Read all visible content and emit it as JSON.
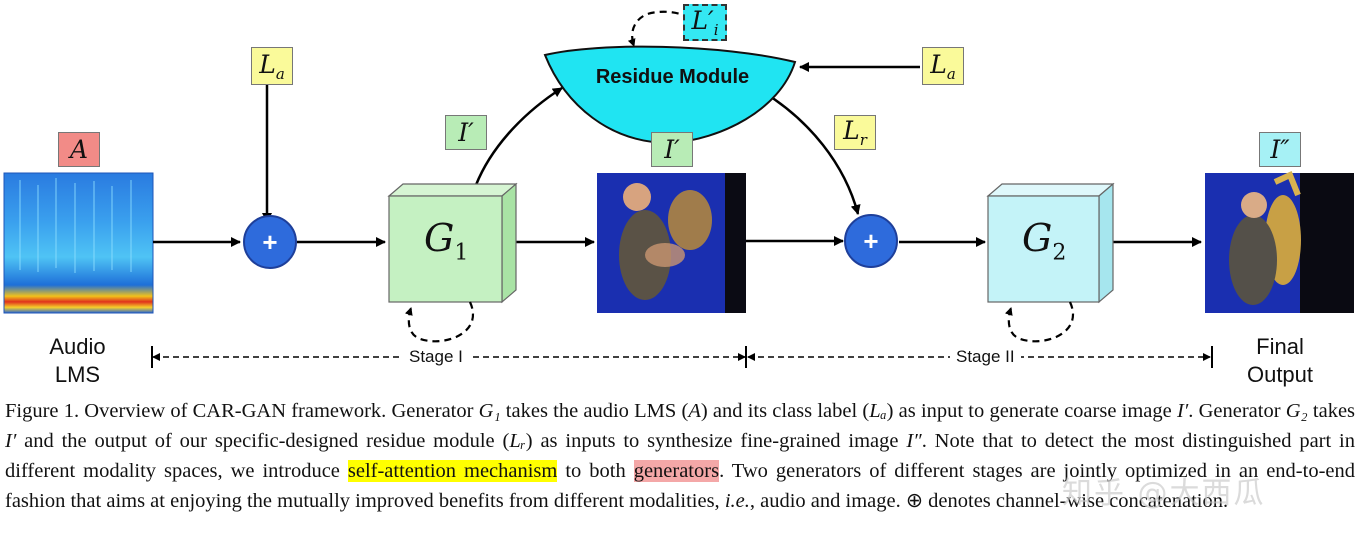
{
  "labels": {
    "audio_input": "A",
    "label_a_left": "L_a",
    "label_a_right": "L_a",
    "i_prime_arrow": "I′",
    "i_prime_image": "I′",
    "l_i_prime": "L′_i",
    "l_r": "L_r",
    "i_double_prime": "I″"
  },
  "residue_module": "Residue Module",
  "generators": {
    "g1": "G",
    "g1_sub": "1",
    "g2": "G",
    "g2_sub": "2"
  },
  "plus_symbol": "+",
  "audio_caption": {
    "line1": "Audio",
    "line2": "LMS"
  },
  "final_caption": {
    "line1": "Final",
    "line2": "Output"
  },
  "stages": {
    "stage1": "Stage I",
    "stage2": "Stage II"
  },
  "caption": {
    "p1": "Figure 1. Overview of CAR-GAN framework. Generator ",
    "p2": " takes the audio LMS (",
    "p3": ") and its class label (",
    "p4": ") as input to generate coarse image ",
    "p5": ". Generator ",
    "p6": " takes ",
    "p7": " and the output of our specific-designed residue module (",
    "p8": ") as inputs to synthesize fine-grained image ",
    "p9": ". Note that to detect the most distinguished part in different modality spaces, we introduce ",
    "highlight1": "self-attention mechanism",
    "p10": " to both ",
    "highlight2": "generators",
    "p11": ". Two generators of different stages are jointly optimized in an end-to-end fashion that aims at enjoying the mutually improved benefits from different modalities, ",
    "ie": "i.e.",
    "p12": ", audio and image. ",
    "oplus": "⊕",
    "p13": " denotes channel-wise concatenation.",
    "m_g1": "G₁",
    "m_a": "A",
    "m_la": "Lₐ",
    "m_iprime": "I′",
    "m_g2": "G₂",
    "m_iprime2": "I′",
    "m_lr": "Lᵣ",
    "m_idouble": "I″"
  },
  "watermark": "知乎 @大西瓜",
  "colors": {
    "residue_fill": "#20e4f2",
    "g1_fill": "#c5f1c2",
    "g2_fill": "#c4f3f8",
    "plus_fill": "#2e6bdc",
    "image_bg": "#1a2fb0"
  }
}
